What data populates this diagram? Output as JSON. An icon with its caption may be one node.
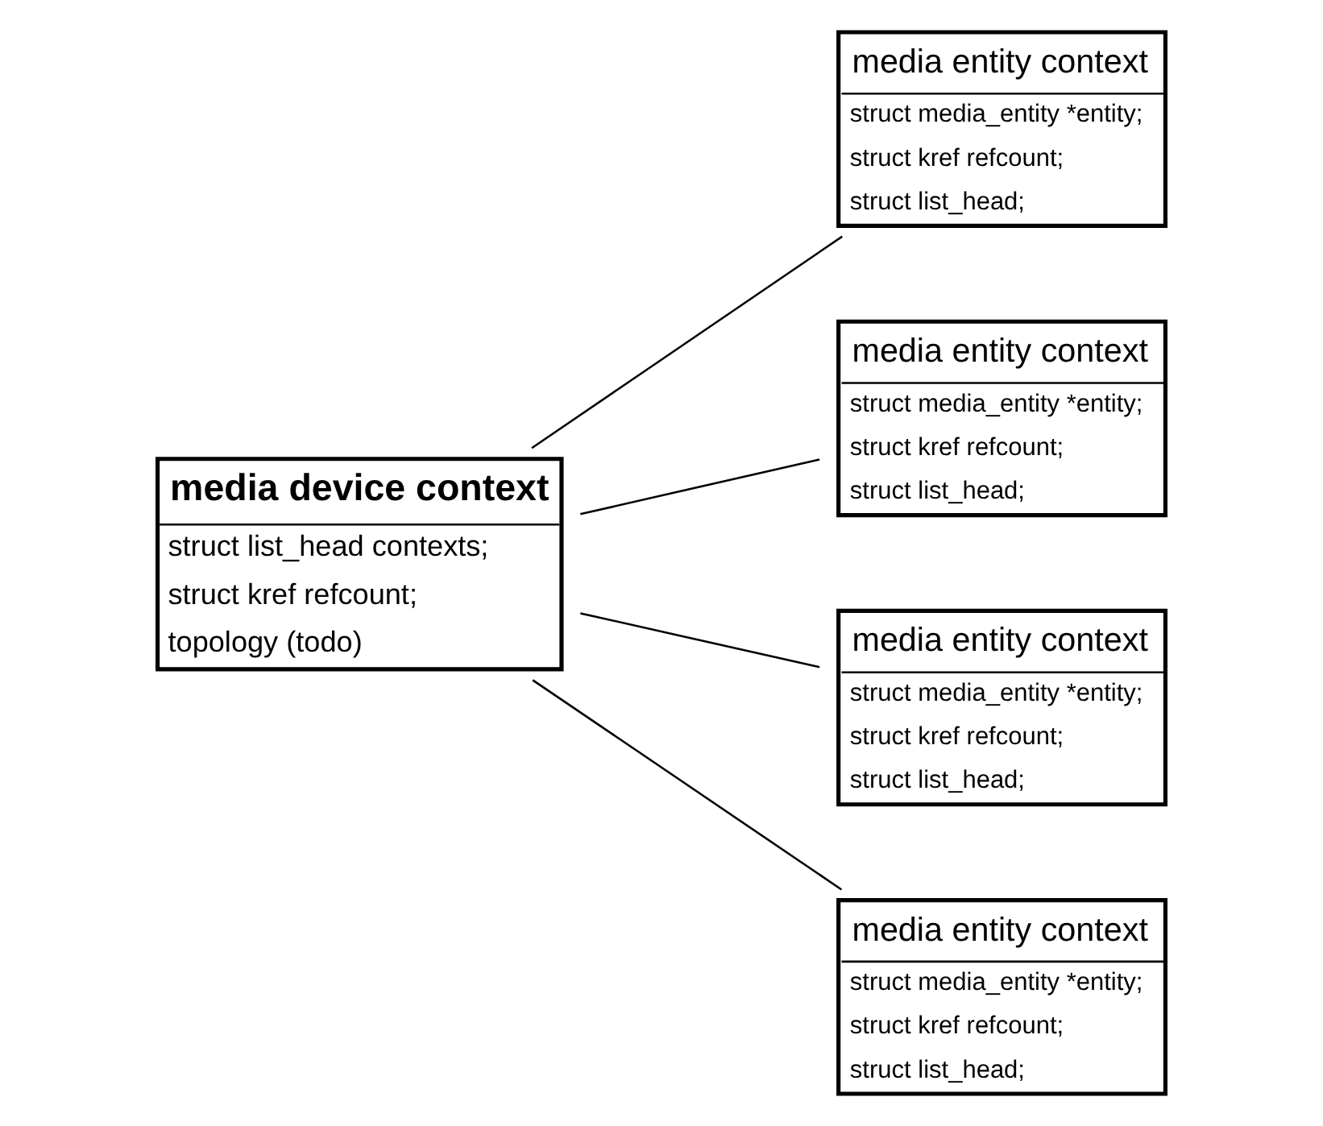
{
  "diagram": {
    "nodes": [
      {
        "text": [
          "media device context",
          "struct list_head contexts;",
          "struct kref refcount;",
          "topology (todo)"
        ]
      },
      {
        "text": [
          "media entity context",
          "struct media_entity *entity;",
          "struct kref refcount;",
          "struct list_head;"
        ]
      },
      {
        "text": [
          "media entity context",
          "struct media_entity *entity;",
          "struct kref refcount;",
          "struct list_head;"
        ]
      },
      {
        "text": [
          "media entity context",
          "struct media_entity *entity;",
          "struct kref refcount;",
          "struct list_head;"
        ]
      },
      {
        "text": [
          "media entity context",
          "struct media_entity *entity;",
          "struct kref refcount;",
          "struct list_head;"
        ]
      }
    ],
    "edges": [
      {
        "from": 0,
        "to": 1,
        "arrow": "none"
      },
      {
        "from": 0,
        "to": 2,
        "arrow": "none"
      },
      {
        "from": 0,
        "to": 3,
        "arrow": "none"
      },
      {
        "from": 0,
        "to": 4,
        "arrow": "none"
      }
    ]
  }
}
